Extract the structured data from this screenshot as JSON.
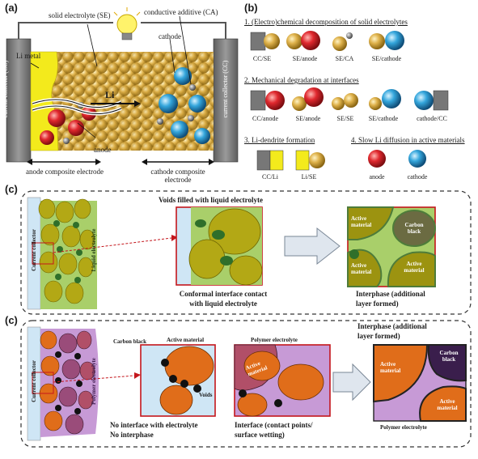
{
  "panel_a": {
    "tag": "(a)",
    "labels": {
      "solid_electrolyte": "solid electrolyte (SE)",
      "conductive_additive": "conductive additive (CA)",
      "li_metal": "Li metal",
      "cathode": "cathode",
      "li": "Li",
      "anode": "anode",
      "current_collector_left": "current collector (CC)",
      "current_collector_right": "current collector (CC)",
      "anode_composite": "anode composite electrode",
      "cathode_composite": "cathode composite electrode"
    }
  },
  "panel_b": {
    "tag": "(b)",
    "section1": {
      "title": "1. (Electro)chemical decomposition of solid electrolytes",
      "items": [
        "CC/SE",
        "SE/anode",
        "SE/CA",
        "SE/cathode"
      ]
    },
    "section2": {
      "title": "2. Mechanical degradation at interfaces",
      "items": [
        "CC/anode",
        "SE/anode",
        "SE/SE",
        "SE/cathode",
        "cathode/CC"
      ]
    },
    "section3": {
      "title": "3. Li-dendrite formation",
      "items": [
        "CC/Li",
        "Li/SE"
      ]
    },
    "section4": {
      "title": "4. Slow Li diffusion in active materials",
      "items": [
        "anode",
        "cathode"
      ]
    }
  },
  "panel_c1": {
    "tag": "(c)",
    "current_collector": "Current collector",
    "liquid_electrolyte": "Liquid electrolyte",
    "voids_filled": "Voids filled with liquid electrolyte",
    "conformal_line1": "Conformal interface contact",
    "conformal_line2": "with liquid electrolyte",
    "active_material_top": "Active material",
    "carbon_black": "Carbon black",
    "active_material_left": "Active material",
    "active_material_right": "Active material",
    "interphase_line1": "Interphase (additional",
    "interphase_line2": "layer formed)"
  },
  "panel_c2": {
    "tag": "(c)",
    "current_collector": "Current collector",
    "polymer_electrolyte": "Polymer electrolyte",
    "carbon_black": "Carbon black",
    "active_material": "Active material",
    "voids": "Voids",
    "no_interface": "No interface with electrolyte",
    "no_interphase": "No interphase",
    "polymer_electrolyte_mid": "Polymer electrolyte",
    "active_material_mid": "Active material",
    "interface_line1": "Interface (contact points/",
    "interface_line2": "surface wetting)",
    "interphase_line1": "Interphase (additional",
    "interphase_line2": "layer formed)",
    "carbon_black_right": "Carbon black",
    "active_material_right_a": "Active material",
    "active_material_right_b": "Active material",
    "polymer_electrolyte_bottom": "Polymer electrolyte"
  },
  "colors": {
    "li_yellow": "#f3ea1c",
    "se_gold": "#d2a43a",
    "anode_red": "#d8252a",
    "cathode_blue": "#2fa3d9",
    "collector_gray": "#777777",
    "active_olive": "#a29a14",
    "active_orange": "#e06d1a",
    "polymer_purple": "#c79ad6",
    "panel_red_border": "#c4161c"
  }
}
